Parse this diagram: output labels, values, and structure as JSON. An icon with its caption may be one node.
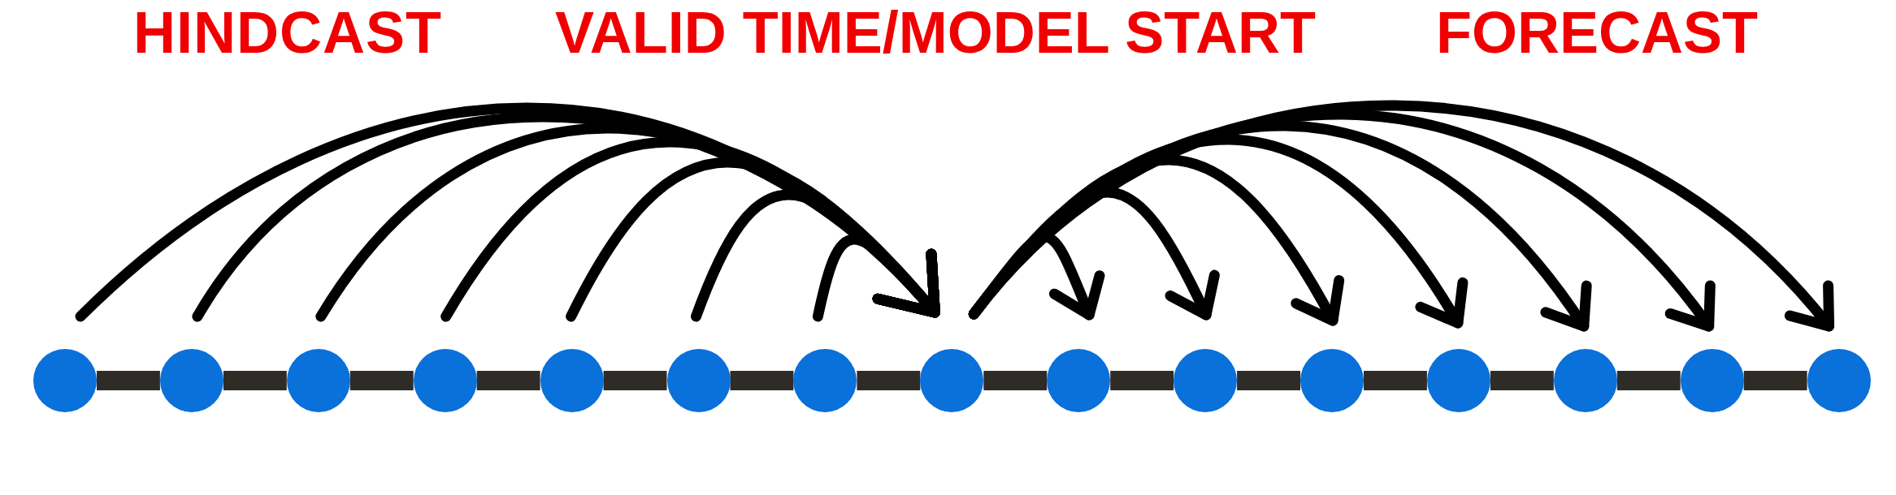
{
  "diagram": {
    "nodes": [
      {
        "text": [],
        "shape": "circle"
      },
      {
        "text": [],
        "shape": "circle"
      },
      {
        "text": [],
        "shape": "circle"
      },
      {
        "text": [],
        "shape": "circle"
      },
      {
        "text": [],
        "shape": "circle"
      },
      {
        "text": [],
        "shape": "circle"
      },
      {
        "text": [],
        "shape": "circle"
      },
      {
        "text": [],
        "shape": "circle"
      },
      {
        "text": [],
        "shape": "circle"
      },
      {
        "text": [],
        "shape": "circle"
      },
      {
        "text": [],
        "shape": "circle"
      },
      {
        "text": [],
        "shape": "circle"
      },
      {
        "text": [],
        "shape": "circle"
      },
      {
        "text": [],
        "shape": "circle"
      },
      {
        "text": [],
        "shape": "circle"
      }
    ],
    "edges": [
      {
        "from": 0,
        "to": 7,
        "arrow": "to"
      },
      {
        "from": 1,
        "to": 7,
        "arrow": "to"
      },
      {
        "from": 2,
        "to": 7,
        "arrow": "to"
      },
      {
        "from": 3,
        "to": 7,
        "arrow": "to"
      },
      {
        "from": 4,
        "to": 7,
        "arrow": "to"
      },
      {
        "from": 5,
        "to": 7,
        "arrow": "to"
      },
      {
        "from": 6,
        "to": 7,
        "arrow": "to"
      },
      {
        "from": 7,
        "to": 8,
        "arrow": "to"
      },
      {
        "from": 7,
        "to": 9,
        "arrow": "to"
      },
      {
        "from": 7,
        "to": 10,
        "arrow": "to"
      },
      {
        "from": 7,
        "to": 11,
        "arrow": "to"
      },
      {
        "from": 7,
        "to": 12,
        "arrow": "to"
      },
      {
        "from": 7,
        "to": 13,
        "arrow": "to"
      },
      {
        "from": 7,
        "to": 14,
        "arrow": "to"
      },
      {
        "from": 0,
        "to": 1,
        "arrow": "none",
        "style": "thick",
        "color": "#2f2c27"
      },
      {
        "from": 1,
        "to": 2,
        "arrow": "none",
        "style": "thick",
        "color": "#2f2c27"
      },
      {
        "from": 2,
        "to": 3,
        "arrow": "none",
        "style": "thick",
        "color": "#2f2c27"
      },
      {
        "from": 3,
        "to": 4,
        "arrow": "none",
        "style": "thick",
        "color": "#2f2c27"
      },
      {
        "from": 4,
        "to": 5,
        "arrow": "none",
        "style": "thick",
        "color": "#2f2c27"
      },
      {
        "from": 5,
        "to": 6,
        "arrow": "none",
        "style": "thick",
        "color": "#2f2c27"
      },
      {
        "from": 6,
        "to": 7,
        "arrow": "none",
        "style": "thick",
        "color": "#2f2c27"
      },
      {
        "from": 7,
        "to": 8,
        "arrow": "none",
        "style": "thick",
        "color": "#2f2c27"
      },
      {
        "from": 8,
        "to": 9,
        "arrow": "none",
        "style": "thick",
        "color": "#2f2c27"
      },
      {
        "from": 9,
        "to": 10,
        "arrow": "none",
        "style": "thick",
        "color": "#2f2c27"
      },
      {
        "from": 10,
        "to": 11,
        "arrow": "none",
        "style": "thick",
        "color": "#2f2c27"
      },
      {
        "from": 11,
        "to": 12,
        "arrow": "none",
        "style": "thick",
        "color": "#2f2c27"
      },
      {
        "from": 12,
        "to": 13,
        "arrow": "none",
        "style": "thick",
        "color": "#2f2c27"
      },
      {
        "from": 13,
        "to": 14,
        "arrow": "none",
        "style": "thick",
        "color": "#2f2c27"
      }
    ],
    "labels": [
      "HINDCAST",
      "VALID TIME/MODEL START",
      "FORECAST"
    ]
  }
}
